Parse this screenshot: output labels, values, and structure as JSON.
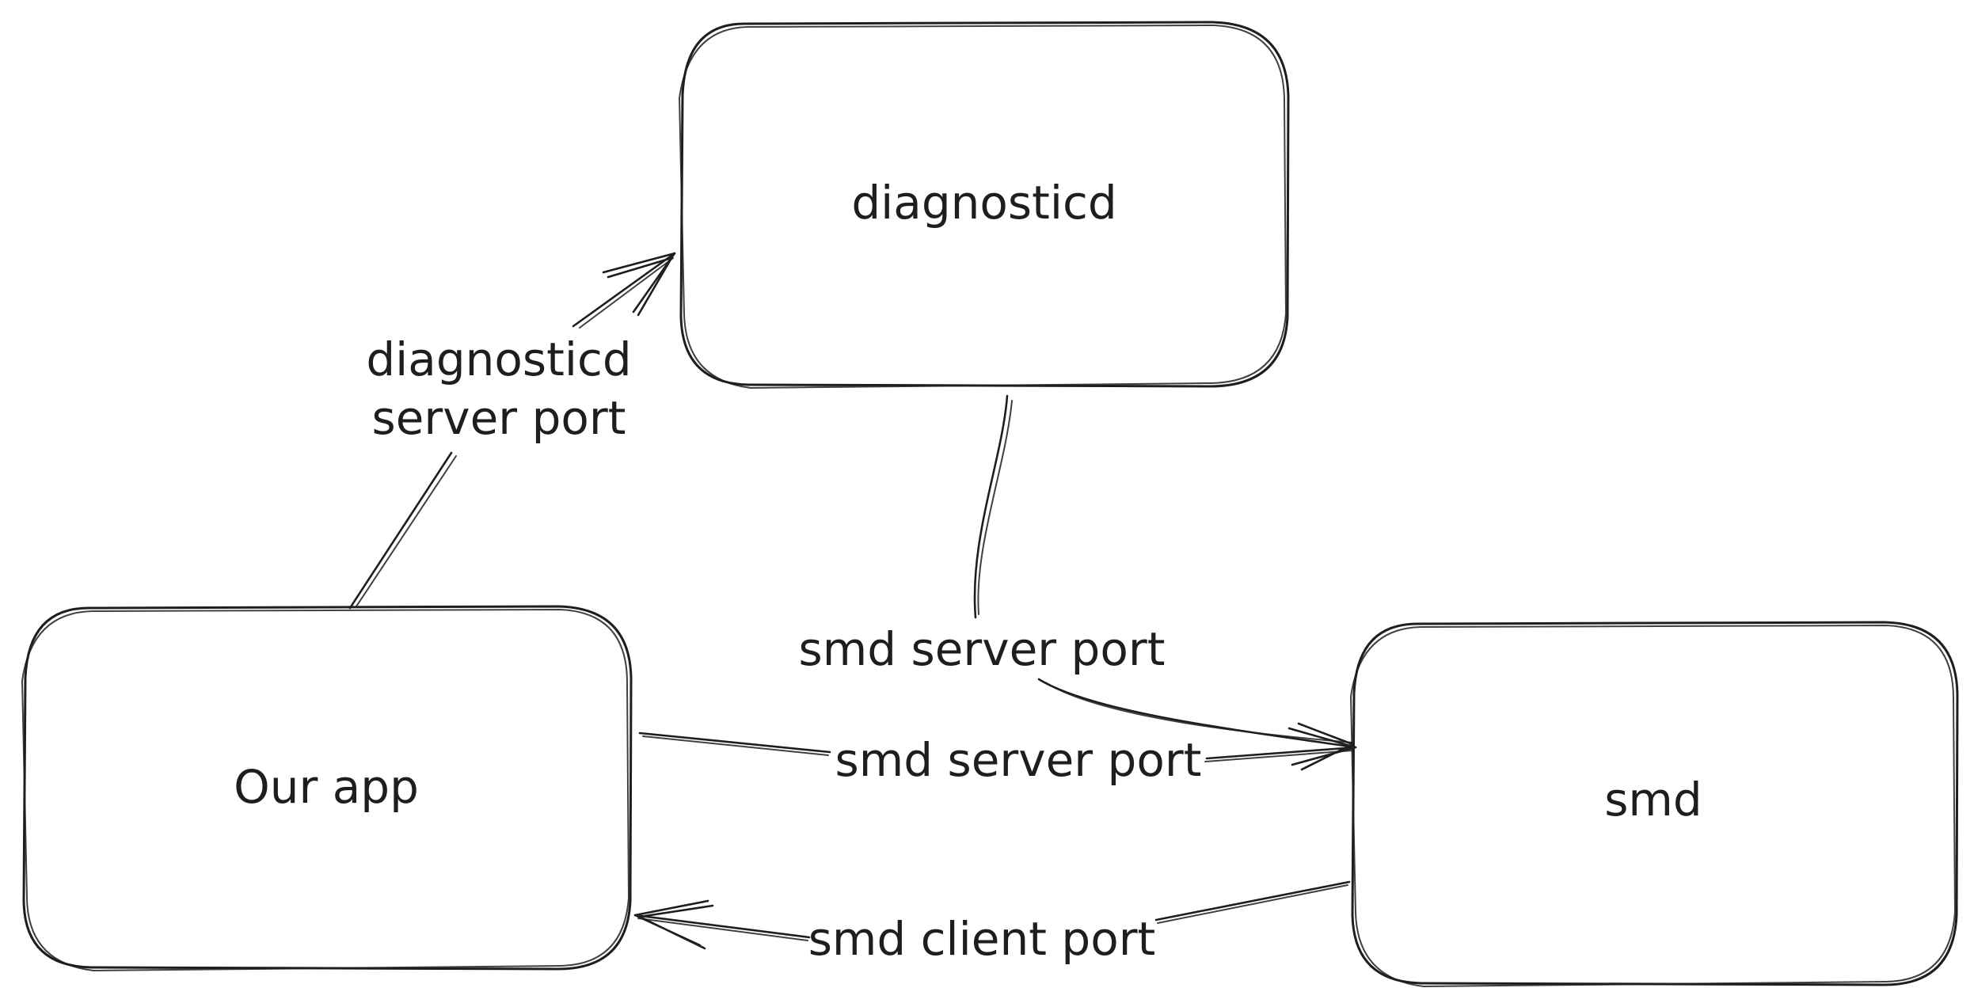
{
  "nodes": {
    "diagnosticd": "diagnosticd",
    "our_app": "Our app",
    "smd": "smd"
  },
  "edges": {
    "app_to_diagnosticd": {
      "label_line1": "diagnosticd",
      "label_line2": "server port"
    },
    "diagnosticd_to_smd": {
      "label": "smd server port"
    },
    "app_to_smd": {
      "label": "smd server port"
    },
    "smd_to_app": {
      "label": "smd client port"
    }
  },
  "colors": {
    "stroke": "#1e1e1e",
    "background": "#ffffff"
  }
}
